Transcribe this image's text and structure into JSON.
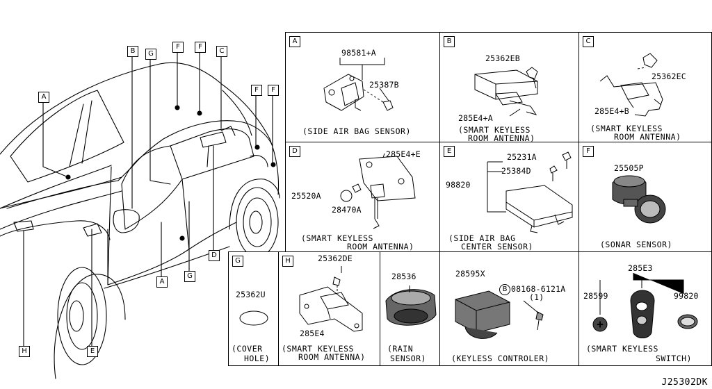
{
  "diagram_code": "J25302DK",
  "car_callouts": [
    {
      "key": "A",
      "label": "A"
    },
    {
      "key": "B",
      "label": "B"
    },
    {
      "key": "G1",
      "label": "G"
    },
    {
      "key": "F1",
      "label": "F"
    },
    {
      "key": "F2",
      "label": "F"
    },
    {
      "key": "C",
      "label": "C"
    },
    {
      "key": "F3",
      "label": "F"
    },
    {
      "key": "F4",
      "label": "F"
    },
    {
      "key": "D",
      "label": "D"
    },
    {
      "key": "A2",
      "label": "A"
    },
    {
      "key": "G2",
      "label": "G"
    },
    {
      "key": "E",
      "label": "E"
    },
    {
      "key": "H",
      "label": "H"
    }
  ],
  "cells": {
    "A": {
      "tag": "A",
      "parts": [
        "98581+A",
        "25387B"
      ],
      "caption": [
        "(SIDE AIR BAG SENSOR)"
      ]
    },
    "B": {
      "tag": "B",
      "parts": [
        "25362EB",
        "285E4+A"
      ],
      "caption": [
        "(SMART KEYLESS",
        "ROOM ANTENNA)"
      ]
    },
    "C": {
      "tag": "C",
      "parts": [
        "25362EC",
        "285E4+B"
      ],
      "caption": [
        "(SMART KEYLESS",
        "ROOM ANTENNA)"
      ]
    },
    "D": {
      "tag": "D",
      "parts": [
        "285E4+E",
        "25520A",
        "28470A"
      ],
      "caption": [
        "(SMART KEYLESS",
        "ROOM ANTENNA)"
      ]
    },
    "E": {
      "tag": "E",
      "parts": [
        "25231A",
        "25384D",
        "98820"
      ],
      "caption": [
        "(SIDE AIR BAG",
        "CENTER SENSOR)"
      ]
    },
    "F": {
      "tag": "F",
      "parts": [
        "25505P"
      ],
      "caption": [
        "(SONAR SENSOR)"
      ]
    },
    "G": {
      "tag": "G",
      "parts": [
        "25362U"
      ],
      "caption": [
        "(COVER",
        "HOLE)"
      ]
    },
    "H": {
      "tag": "H",
      "parts": [
        "25362DE",
        "285E4"
      ],
      "caption": [
        "(SMART KEYLESS",
        "ROOM ANTENNA)"
      ]
    },
    "rain": {
      "parts": [
        "28536"
      ],
      "caption": [
        "(RAIN",
        "SENSOR)"
      ]
    },
    "keyless": {
      "parts": [
        "28595X",
        "08168-6121A",
        "(1)"
      ],
      "bolt_marker": "B",
      "caption": [
        "(KEYLESS CONTROLER)"
      ]
    },
    "switch": {
      "parts": [
        "285E3",
        "28599",
        "99820"
      ],
      "caption": [
        "(SMART KEYLESS",
        "SWITCH)"
      ]
    }
  }
}
